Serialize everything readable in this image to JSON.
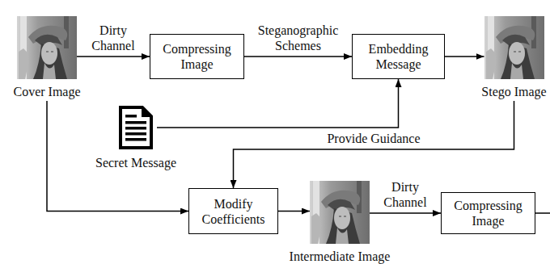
{
  "diagram": {
    "nodes": [
      {
        "text": [
          "Cover Image"
        ]
      },
      {
        "text": [
          "Compressing Image"
        ]
      },
      {
        "text": [
          "Embedding Message"
        ]
      },
      {
        "text": [
          "Stego Image"
        ]
      },
      {
        "text": [
          "Secret Message"
        ]
      },
      {
        "text": [
          "Modify Coefficients"
        ]
      },
      {
        "text": [
          "Intermediate Image"
        ]
      },
      {
        "text": [
          "Compressing Image"
        ]
      }
    ],
    "edges": [
      {
        "from": 0,
        "to": 1,
        "label": "Dirty Channel",
        "arrow": "to"
      },
      {
        "from": 1,
        "to": 2,
        "label": "Steganographic Schemes",
        "arrow": "to"
      },
      {
        "from": 2,
        "to": 3,
        "arrow": "to"
      },
      {
        "from": 4,
        "to": 2,
        "arrow": "to"
      },
      {
        "from": 3,
        "to": 5,
        "label": "Provide Guidance",
        "arrow": "to"
      },
      {
        "from": 0,
        "to": 5,
        "arrow": "to"
      },
      {
        "from": 5,
        "to": 6,
        "arrow": "to"
      },
      {
        "from": 6,
        "to": 7,
        "label": "Dirty Channel",
        "arrow": "to"
      }
    ]
  }
}
